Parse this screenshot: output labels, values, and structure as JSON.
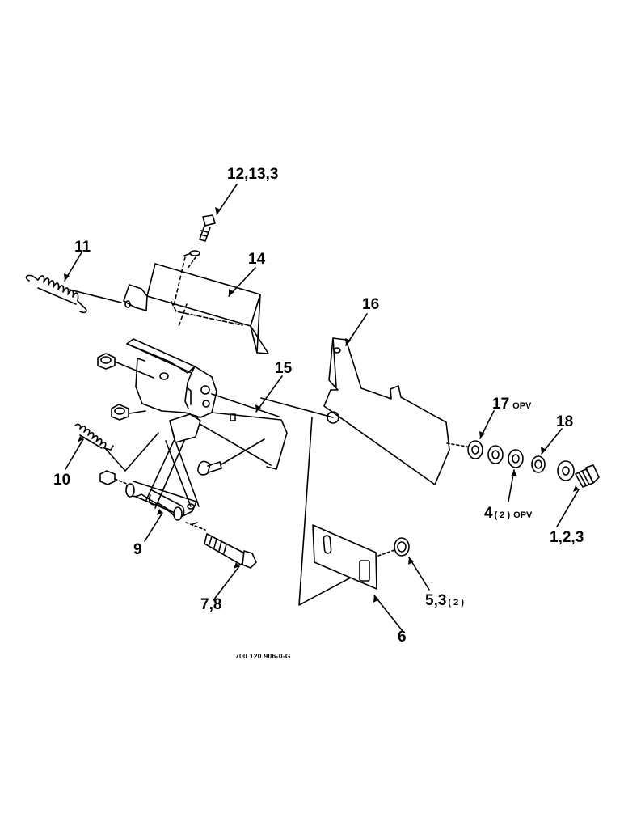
{
  "callouts": {
    "c1": {
      "text": "12,13,3"
    },
    "c2": {
      "text": "11"
    },
    "c3": {
      "text": "14"
    },
    "c4": {
      "text": "16"
    },
    "c5": {
      "text": "15"
    },
    "c6": {
      "text": "17",
      "suffix": "OPV"
    },
    "c7": {
      "text": "18"
    },
    "c8": {
      "text": "10"
    },
    "c9": {
      "text": "4",
      "qty": "( 2 )",
      "suffix": "OPV"
    },
    "c10": {
      "text": "1,2,3"
    },
    "c11": {
      "text": "9"
    },
    "c12": {
      "text": "5,3",
      "qty": "( 2 )"
    },
    "c13": {
      "text": "7,8"
    },
    "c14": {
      "text": "6"
    }
  },
  "drawing_number": "700 120 906-0-G"
}
